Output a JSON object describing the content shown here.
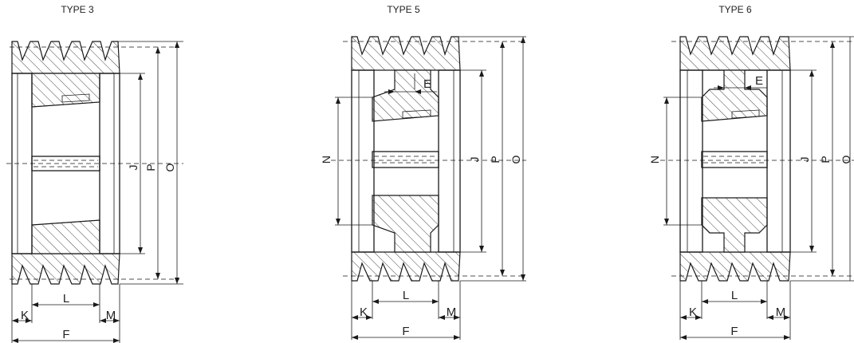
{
  "diagrams": [
    {
      "title": "TYPE 3",
      "labels": {
        "j": "J",
        "p": "P",
        "o": "O",
        "k": "K",
        "l": "L",
        "m": "M",
        "f": "F"
      }
    },
    {
      "title": "TYPE 5",
      "labels": {
        "e": "E",
        "n": "N",
        "j": "J",
        "p": "P",
        "o": "O",
        "k": "K",
        "l": "L",
        "m": "M",
        "f": "F"
      }
    },
    {
      "title": "TYPE 6",
      "labels": {
        "e": "E",
        "n": "N",
        "j": "J",
        "p": "P",
        "o": "O",
        "k": "K",
        "l": "L",
        "m": "M",
        "f": "F"
      }
    }
  ]
}
